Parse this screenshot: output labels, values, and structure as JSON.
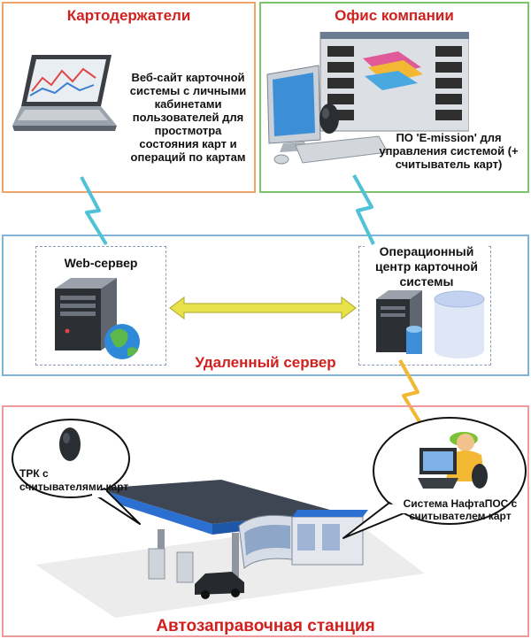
{
  "colors": {
    "cardholders_border": "#f0a46a",
    "office_border": "#7cc36b",
    "server_border": "#7fb4d8",
    "station_border": "#f09a9e",
    "title_red": "#d0211f",
    "link_arrow": "#e8e24a"
  },
  "cardholders": {
    "title": "Картодержатели",
    "description": "Веб-сайт карточной системы с личными кабинетами пользователей для простмотра состояния карт и операций по картам",
    "icon": "laptop-icon"
  },
  "office": {
    "title": "Офис компании",
    "description": "ПО 'E-mission' для управления системой (+ считыватель карт)",
    "icon": "desktop-computer-icon"
  },
  "remote_server": {
    "title": "Удаленный сервер",
    "web_server_label": "Web-сервер",
    "processing_center_label": "Операционный центр карточной системы"
  },
  "gas_station": {
    "title": "Автозаправочная станция",
    "pump_label": "ТРК с считывателями карт",
    "pos_label": "Система НафтаПОС с считывателем карт"
  }
}
